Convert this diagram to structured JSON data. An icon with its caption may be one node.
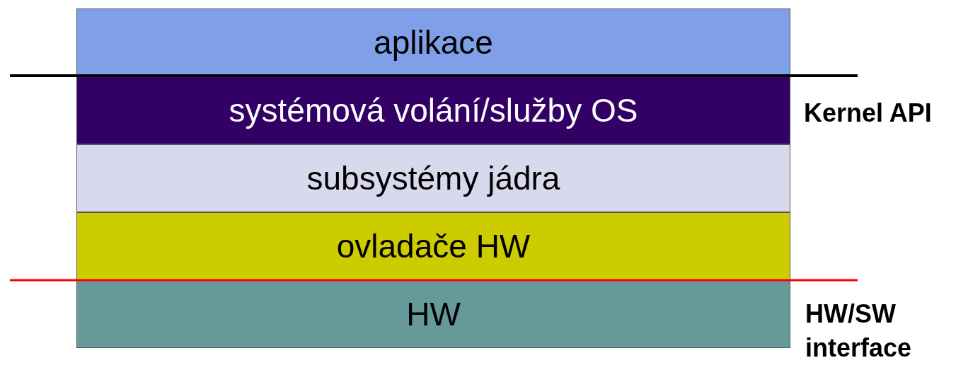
{
  "diagram": {
    "nodes": [
      {
        "text": [
          "aplikace"
        ]
      },
      {
        "text": [
          "systémová volání/služby OS"
        ]
      },
      {
        "text": [
          "subsystémy jádra"
        ]
      },
      {
        "text": [
          "ovladače HW"
        ]
      },
      {
        "text": [
          "HW"
        ]
      }
    ],
    "edges": [],
    "labels": [
      "Kernel API",
      "HW/SW interface"
    ]
  }
}
